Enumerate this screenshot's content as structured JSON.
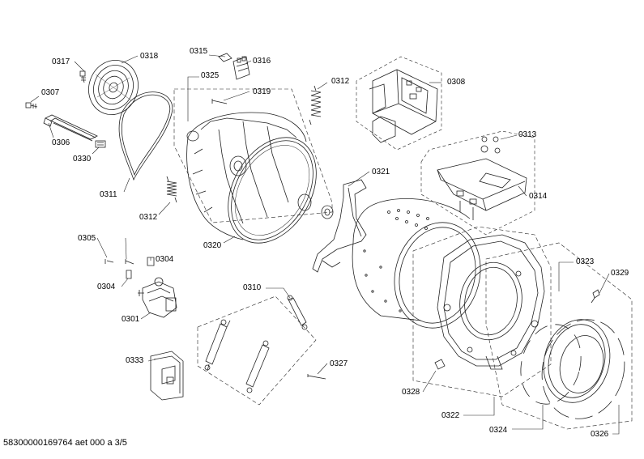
{
  "diagram": {
    "footer": "58300000169764 aet 000 a 3/5",
    "labels": {
      "p0317": "0317",
      "p0318": "0318",
      "p0307": "0307",
      "p0306": "0306",
      "p0330": "0330",
      "p0311": "0311",
      "p0315": "0315",
      "p0316": "0316",
      "p0325": "0325",
      "p0319": "0319",
      "p0312a": "0312",
      "p0312b": "0312",
      "p0320": "0320",
      "p0308": "0308",
      "p0313": "0313",
      "p0314": "0314",
      "p0321": "0321",
      "p0305": "0305",
      "p0304a": "0304",
      "p0304b": "0304",
      "p0301": "0301",
      "p0310": "0310",
      "p0327": "0327",
      "p0333": "0333",
      "p0323": "0323",
      "p0329": "0329",
      "p0328": "0328",
      "p0322": "0322",
      "p0324": "0324",
      "p0326": "0326"
    }
  }
}
